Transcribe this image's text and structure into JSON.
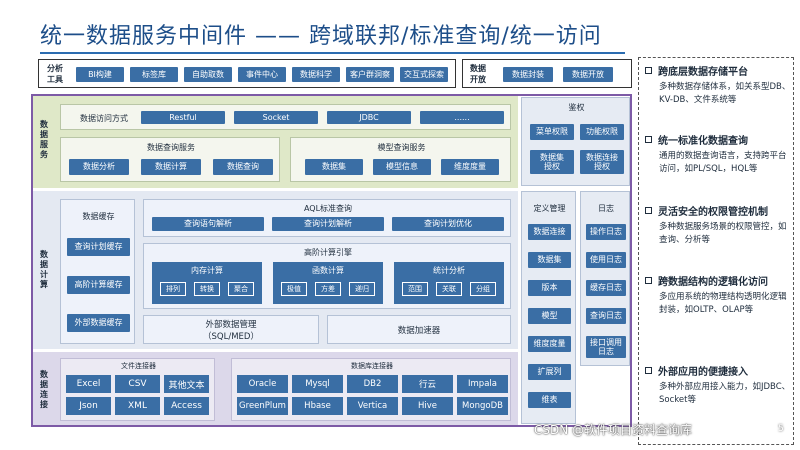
{
  "title": "统一数据服务中间件 —— 跨域联邦/标准查询/统一访问",
  "top_bar": {
    "analysis_label": "分析\n工具",
    "analysis_tools": [
      "BI构建",
      "标签库",
      "自助取数",
      "事件中心",
      "数据科学",
      "客户群洞察",
      "交互式探索"
    ],
    "open_label": "数据\n开放",
    "open_items": [
      "数据封装",
      "数据开放"
    ]
  },
  "data_service": {
    "label": "数据服务",
    "access_label": "数据访问方式",
    "access_methods": [
      "Restful",
      "Socket",
      "JDBC",
      "......"
    ],
    "query_service": {
      "title": "数据查询服务",
      "items": [
        "数据分析",
        "数据计算",
        "数据查询"
      ]
    },
    "model_service": {
      "title": "模型查询服务",
      "items": [
        "数据集",
        "模型信息",
        "维度度量"
      ]
    }
  },
  "auth": {
    "title": "鉴权",
    "items": [
      "菜单权限",
      "功能权限",
      "数据集\n授权",
      "数据连接\n授权"
    ]
  },
  "data_compute": {
    "label": "数据计算",
    "cache": {
      "title": "数据缓存",
      "items": [
        "查询计划缓存",
        "高阶计算缓存",
        "外部数据缓存"
      ]
    },
    "aql": {
      "title": "AQL标准查询",
      "items": [
        "查询语句解析",
        "查询计划解析",
        "查询计划优化"
      ]
    },
    "advanced": {
      "title": "高阶计算引擎",
      "memory": {
        "title": "内存计算",
        "items": [
          "排列",
          "转换",
          "聚合"
        ]
      },
      "function": {
        "title": "函数计算",
        "items": [
          "极值",
          "方差",
          "递归"
        ]
      },
      "stats": {
        "title": "统计分析",
        "items": [
          "范围",
          "关联",
          "分组"
        ]
      }
    },
    "external": "外部数据管理\n（SQL/MED）",
    "accelerator": "数据加速器"
  },
  "definition": {
    "title": "定义管理",
    "items": [
      "数据连接",
      "数据集",
      "版本",
      "模型",
      "维度度量",
      "扩展列",
      "维表"
    ]
  },
  "logs": {
    "title": "日志",
    "items": [
      "操作日志",
      "使用日志",
      "缓存日志",
      "查询日志",
      "接口调用\n日志"
    ]
  },
  "data_connect": {
    "label": "数据连接",
    "file_title": "文件连接器",
    "file_items": [
      "Excel",
      "CSV",
      "其他文本",
      "Json",
      "XML",
      "Access"
    ],
    "db_title": "数据库连接器",
    "db_items": [
      "Oracle",
      "Mysql",
      "DB2",
      "行云",
      "Impala",
      "GreenPlum",
      "Hbase",
      "Vertica",
      "Hive",
      "MongoDB"
    ]
  },
  "features": [
    {
      "title": "跨底层数据存储平台",
      "desc": "多种数据存储体系，如关系型DB、KV-DB、文件系统等"
    },
    {
      "title": "统一标准化数据查询",
      "desc": "通用的数据查询语言，支持跨平台访问，如PL/SQL，HQL等"
    },
    {
      "title": "灵活安全的权限管控机制",
      "desc": "多种数据服务场景的权限管控，如查询、分析等"
    },
    {
      "title": "跨数据结构的逻辑化访问",
      "desc": "多应用系统的物理结构透明化逻辑封装，如OLTP、OLAP等"
    },
    {
      "title": "外部应用的便捷接入",
      "desc": "多种外部应用接入能力，如JDBC、Socket等"
    }
  ],
  "watermark": "CSDN @软件项目资料查询库",
  "page_number": "5",
  "colors": {
    "accent": "#3a6ea5",
    "service_bg": "#dfe8c8",
    "compute_bg": "#e4e9f2",
    "connect_bg": "#dcd8ea",
    "frame": "#7d5aa6"
  }
}
